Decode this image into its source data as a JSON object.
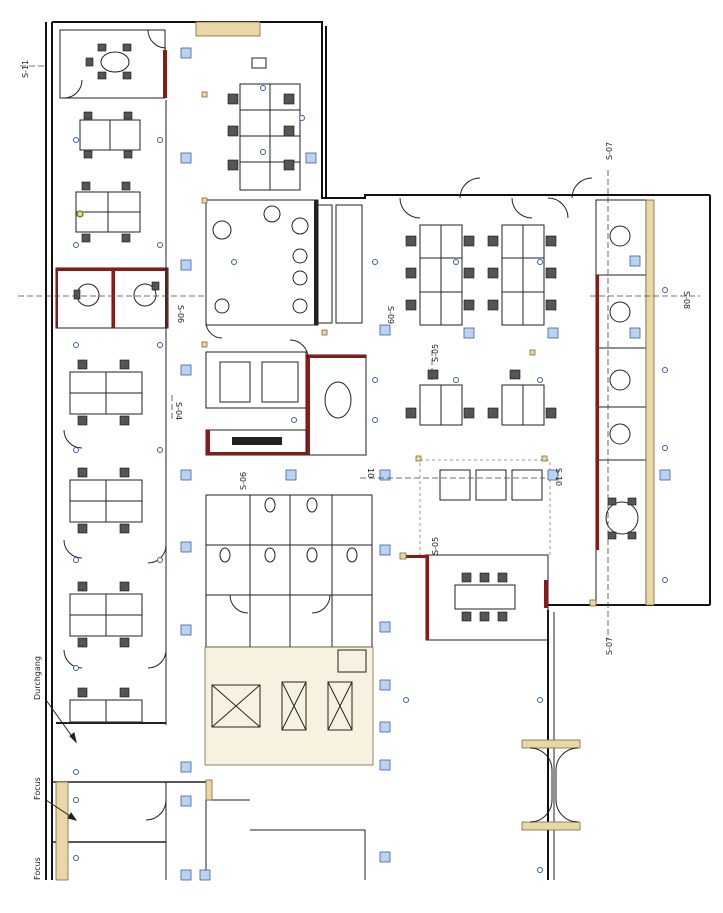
{
  "section_marks": {
    "s11": "S-11",
    "s07_top": "S-07",
    "s07_bottom": "S-07",
    "s08": "S-08",
    "s09": "S-09",
    "s06": "S-06",
    "s05": "S-05",
    "s04": "S-04",
    "s10_right": "S-10",
    "s10_left": "10",
    "s05_lower": "S-05",
    "s06_left": "S-06"
  },
  "zone_labels": {
    "durchgang": "Durchgang",
    "focus_1": "Focus",
    "focus_2": "Focus"
  },
  "colors": {
    "wall": "#111111",
    "partition_red": "#8a1a1a",
    "fixture_blue": "#bcd3f0",
    "column_tan": "#e9d7a7"
  }
}
